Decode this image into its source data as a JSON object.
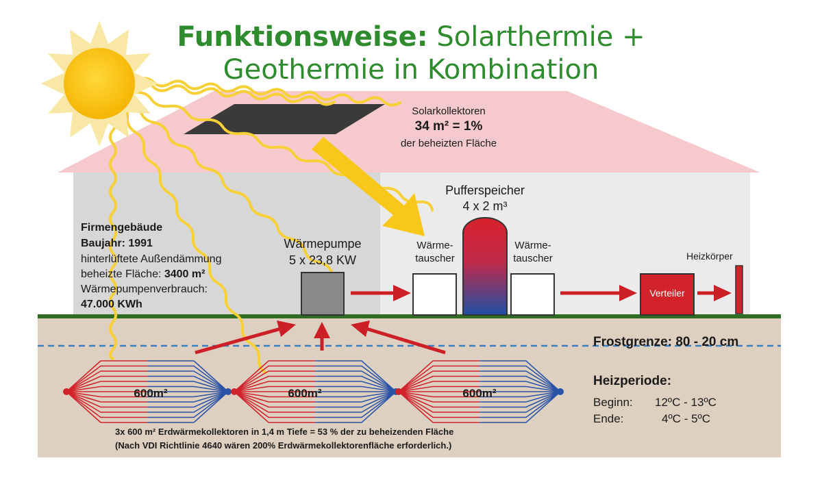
{
  "title": {
    "bold": "Funktionsweise:",
    "rest": "Solarthermie +",
    "line2": "Geothermie in Kombination"
  },
  "solar": {
    "label": "Solarkollektoren",
    "value": "34 m² = 1%",
    "sub": "der beheizten Fläche"
  },
  "building": {
    "heading": "Firmengebäude",
    "year_label": "Baujahr:",
    "year": "1991",
    "insulation": "hinterlüftete Außendämmung",
    "area_label": "beheizte Fläche:",
    "area": "3400 m²",
    "consumption_label": "Wärmepumpenverbrauch:",
    "consumption": "47.000 KWh"
  },
  "heat_pump": {
    "label": "Wärmepumpe",
    "spec": "5 x 23,8 KW"
  },
  "buffer": {
    "label": "Pufferspeicher",
    "spec": "4 x 2 m³"
  },
  "exchanger_left": {
    "line1": "Wärme-",
    "line2": "tauscher"
  },
  "exchanger_right": {
    "line1": "Wärme-",
    "line2": "tauscher"
  },
  "distributor": {
    "label": "Verteiler"
  },
  "radiator": {
    "label": "Heizkörper"
  },
  "frost": {
    "label": "Frostgrenze: 80 - 20 cm"
  },
  "collectors": [
    {
      "label": "600m²"
    },
    {
      "label": "600m²"
    },
    {
      "label": "600m²"
    }
  ],
  "heating_period": {
    "heading": "Heizperiode:",
    "rows": [
      {
        "label": "Beginn:",
        "from": "12ºC",
        "sep": "-",
        "to": "13ºC"
      },
      {
        "label": "Ende:",
        "from": "4ºC",
        "sep": "-",
        "to": "5ºC"
      }
    ]
  },
  "footer": {
    "line1": "3x 600 m² Erdwärmekollektoren in 1,4 m Tiefe = 53 % der zu beheizenden Fläche",
    "line2": "(Nach VDI Richtlinie 4640 wären 200% Erdwärmekollektorenfläche erforderlich.)"
  },
  "colors": {
    "title_green": "#2e8b2e",
    "roof": "#f6c9cc",
    "wall_left": "#d7d7d7",
    "wall_right": "#ebebeb",
    "ground": "#ddd0c0",
    "grass": "#2f6e22",
    "arrow_red": "#cc1f26",
    "sun": "#ffcc00",
    "sun_ray": "#f7d038",
    "frost_line": "#3a7fc1",
    "collector_red": "#d2232a",
    "collector_blue": "#2a52a6"
  }
}
